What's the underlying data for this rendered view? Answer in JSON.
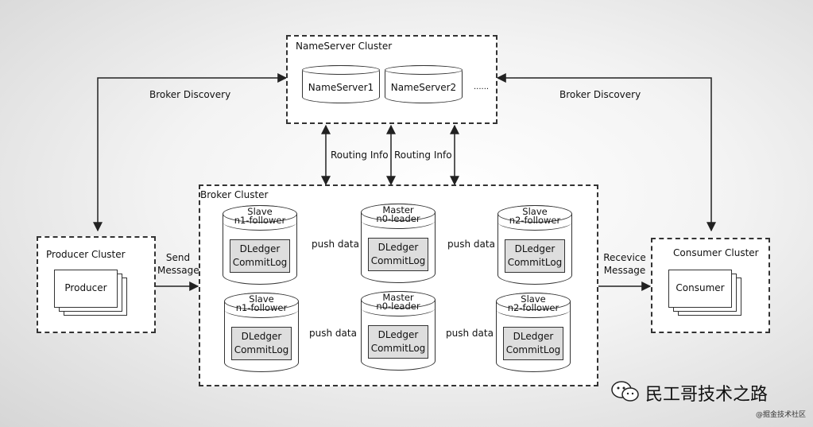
{
  "nameserver": {
    "title": "NameServer Cluster",
    "servers": [
      "NameServer1",
      "NameServer2"
    ],
    "ellipsis": "......"
  },
  "links": {
    "broker_discovery_left": "Broker Discovery",
    "broker_discovery_right": "Broker Discovery",
    "routing_info_1": "Routing Info",
    "routing_info_2": "Routing Info",
    "send": "Send",
    "send_message": "Message",
    "receive": "Recevice",
    "receive_message": "Message"
  },
  "broker": {
    "title": "Broker Cluster",
    "push_data": "push data",
    "groups": [
      {
        "slave_left": {
          "role": "Slave",
          "id": "n1-follower"
        },
        "master": {
          "role": "Master",
          "id": "n0-leader"
        },
        "slave_right": {
          "role": "Slave",
          "id": "n2-follower"
        }
      },
      {
        "slave_left": {
          "role": "Slave",
          "id": "n1-follower"
        },
        "master": {
          "role": "Master",
          "id": "n0-leader"
        },
        "slave_right": {
          "role": "Slave",
          "id": "n2-follower"
        }
      }
    ],
    "log_line1": "DLedger",
    "log_line2": "CommitLog"
  },
  "producer": {
    "title": "Producer Cluster",
    "label": "Producer"
  },
  "consumer": {
    "title": "Consumer Cluster",
    "label": "Consumer"
  },
  "watermark": {
    "brand": "民工哥技术之路",
    "site": "@掘金技术社区",
    "icon": "wechat-icon"
  }
}
